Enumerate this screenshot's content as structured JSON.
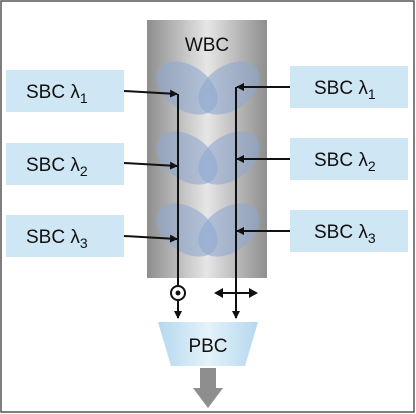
{
  "diagram": {
    "wbc_label": "WBC",
    "pbc_label": "PBC",
    "sbc": {
      "prefix": "SBC λ",
      "left": [
        {
          "index": "1"
        },
        {
          "index": "2"
        },
        {
          "index": "3"
        }
      ],
      "right": [
        {
          "index": "1"
        },
        {
          "index": "2"
        },
        {
          "index": "3"
        }
      ]
    },
    "polarization": {
      "left_symbol": "out-of-plane (dot)",
      "right_symbol": "in-plane (double arrow)"
    },
    "colors": {
      "sbc_box": "#cfe6f4",
      "wbc_body": "#b9b9b9",
      "ellipse": "#8fa9cf",
      "pbc_body": "#c7e2f1",
      "output_arrow": "#8e8e8e",
      "frame": "#555555"
    }
  }
}
